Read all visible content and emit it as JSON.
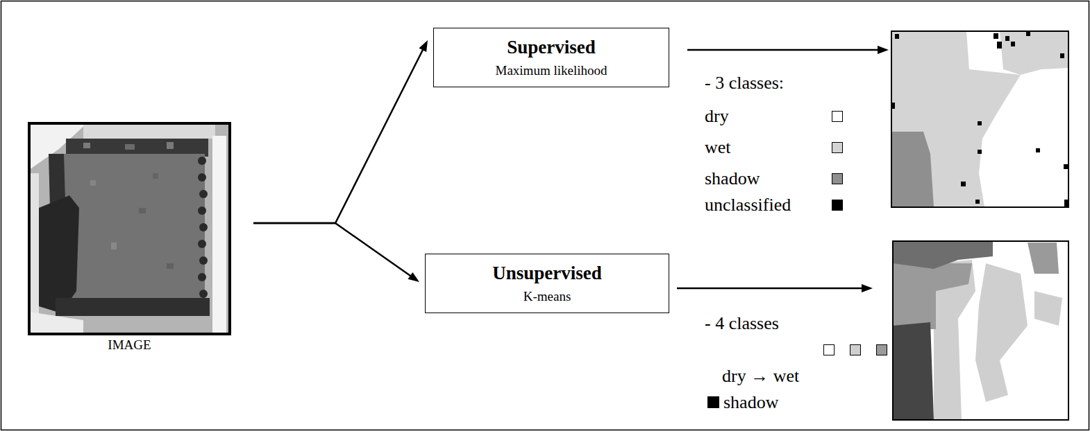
{
  "diagram": {
    "nodes": [
      {
        "text": [
          "IMAGE"
        ]
      },
      {
        "text": [
          "Supervised",
          "Maximum likelihood"
        ]
      },
      {
        "text": [
          "Unsupervised",
          "K-means"
        ]
      }
    ],
    "edges": [
      {
        "from": 0,
        "to": 1,
        "arrow": "to"
      },
      {
        "from": 0,
        "to": 2,
        "arrow": "to"
      }
    ],
    "labels": [
      "- 3 classes:",
      "- 4 classes",
      "dry → wet"
    ],
    "legend": [
      {
        "text": "dry",
        "color": "#ffffff"
      },
      {
        "text": "wet",
        "color": "#d4d4d4"
      },
      {
        "text": "shadow",
        "color": "#8f8f8f"
      },
      {
        "text": "unclassified",
        "color": "#000000"
      },
      {
        "text": "shadow",
        "color": "#000000"
      }
    ]
  }
}
